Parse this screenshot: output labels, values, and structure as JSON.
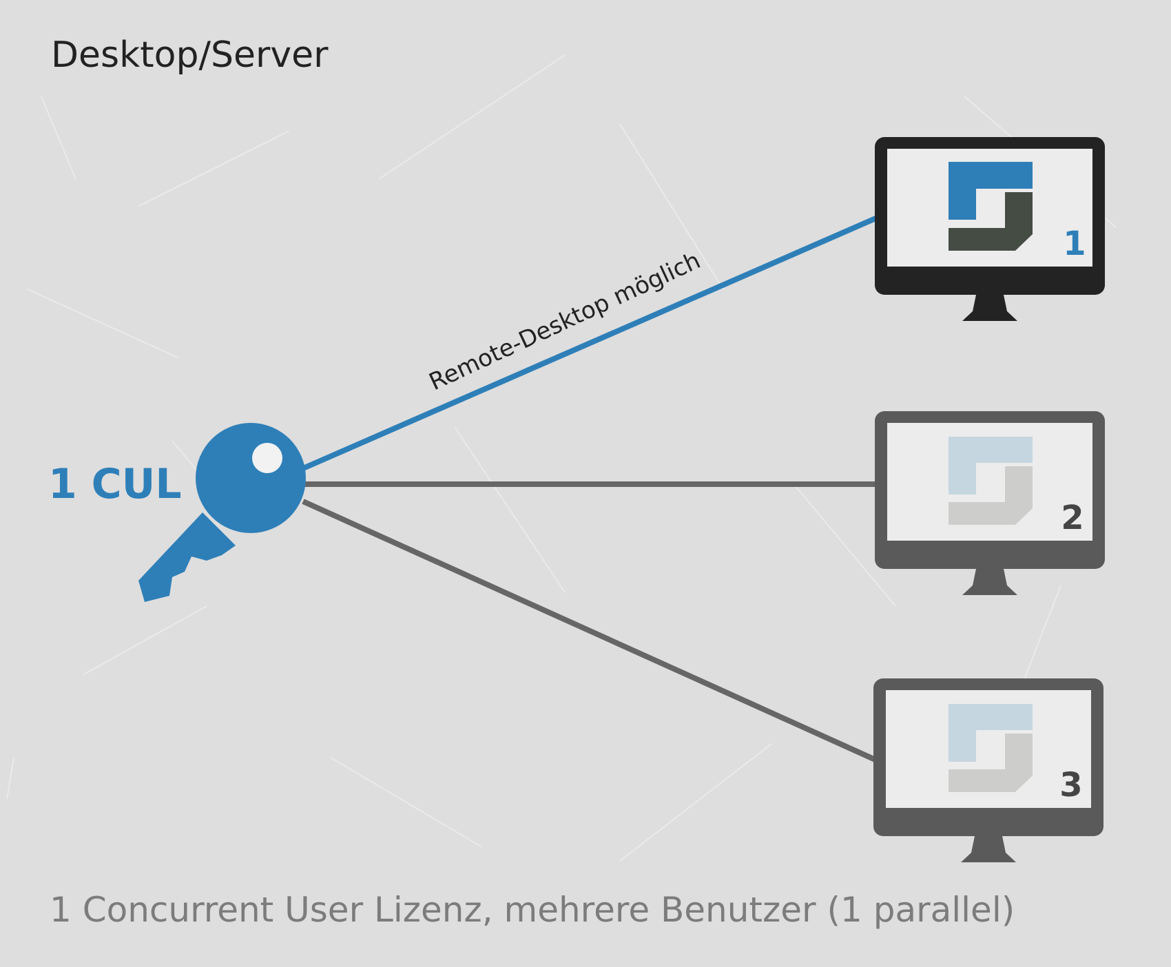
{
  "title": "Desktop/Server",
  "license": {
    "label": "1 CUL",
    "color": "#2e7fb8"
  },
  "connection_label": "Remote-Desktop möglich",
  "monitors": [
    {
      "number": "1",
      "state": "active"
    },
    {
      "number": "2",
      "state": "inactive"
    },
    {
      "number": "3",
      "state": "inactive"
    }
  ],
  "caption": "1 Concurrent User Lizenz, mehrere Benutzer (1 parallel)",
  "colors": {
    "active": "#2e7fb8",
    "inactive_line": "#666666",
    "monitor_active_frame": "#232323",
    "monitor_inactive_frame": "#5a5a5a",
    "screen": "#ececec",
    "logo_blue": "#2e7fb8",
    "logo_dark": "#454c44",
    "logo_blue_faded": "#c5d6e0",
    "logo_grey_faded": "#cdcecc",
    "text_dark": "#222222",
    "caption": "#7c7c7c"
  }
}
